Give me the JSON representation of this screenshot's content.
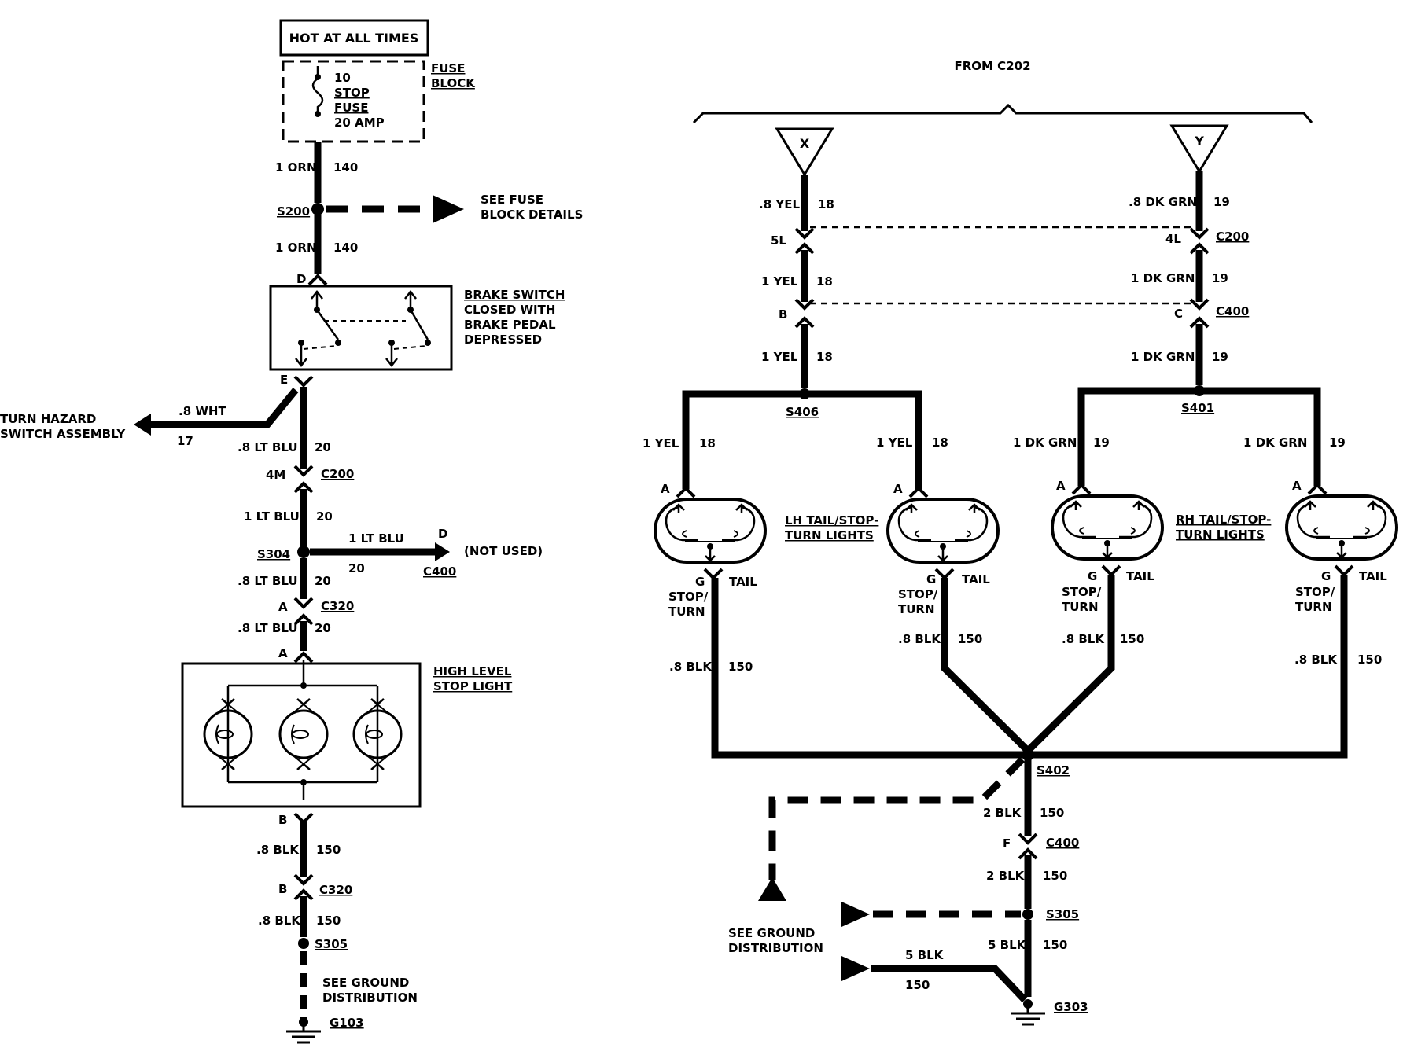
{
  "left": {
    "hot_label": "HOT AT ALL TIMES",
    "fuse_block_1": "FUSE",
    "fuse_block_2": "BLOCK",
    "fuse_1": "10",
    "fuse_2": "STOP",
    "fuse_3": "FUSE",
    "fuse_4": "20 AMP",
    "w1_gauge": "1 ORN",
    "w1_circuit": "140",
    "s200": "S200",
    "see_fuse_1": "SEE FUSE",
    "see_fuse_2": "BLOCK DETAILS",
    "w2_gauge": "1 ORN",
    "w2_circuit": "140",
    "pin_d": "D",
    "brake_1": "BRAKE SWITCH",
    "brake_2": "CLOSED WITH",
    "brake_3": "BRAKE PEDAL",
    "brake_4": "DEPRESSED",
    "pin_e": "E",
    "turn_1": "TURN HAZARD",
    "turn_2": "SWITCH ASSEMBLY",
    "wht_gauge": ".8 WHT",
    "wht_circuit": "17",
    "w3_gauge": ".8 LT BLU",
    "w3_circuit": "20",
    "pin_4m": "4M",
    "c200": "C200",
    "w4_gauge": "1 LT BLU",
    "w4_circuit": "20",
    "s304": "S304",
    "branch_gauge": "1 LT BLU",
    "branch_circuit": "20",
    "branch_pin": "D",
    "not_used": "(NOT USED)",
    "c400": "C400",
    "w5_gauge": ".8 LT BLU",
    "w5_circuit": "20",
    "pin_a1": "A",
    "c320a": "C320",
    "w6_gauge": ".8 LT BLU",
    "w6_circuit": "20",
    "pin_a2": "A",
    "high_1": "HIGH LEVEL",
    "high_2": "STOP LIGHT",
    "pin_b1": "B",
    "w7_gauge": ".8 BLK",
    "w7_circuit": "150",
    "pin_b2": "B",
    "c320b": "C320",
    "w8_gauge": ".8 BLK",
    "w8_circuit": "150",
    "s305": "S305",
    "ground_1": "SEE GROUND",
    "ground_2": "DISTRIBUTION",
    "g103": "G103"
  },
  "right": {
    "from": "FROM C202",
    "x": "X",
    "y": "Y",
    "lx1_gauge": ".8 YEL",
    "lx1_circuit": "18",
    "pin_5l": "5L",
    "lx2_gauge": "1 YEL",
    "lx2_circuit": "18",
    "pin_b": "B",
    "lx3_gauge": "1 YEL",
    "lx3_circuit": "18",
    "s406": "S406",
    "ry1_gauge": ".8 DK GRN",
    "ry1_circuit": "19",
    "pin_4l": "4L",
    "c200": "C200",
    "ry2_gauge": "1 DK GRN",
    "ry2_circuit": "19",
    "pin_c": "C",
    "c400": "C400",
    "ry3_gauge": "1 DK GRN",
    "ry3_circuit": "19",
    "s401": "S401",
    "b1_gauge": "1 YEL",
    "b1_circuit": "18",
    "b2_gauge": "1 YEL",
    "b2_circuit": "18",
    "b3_gauge": "1 DK GRN",
    "b3_circuit": "19",
    "b4_gauge": "1 DK GRN",
    "b4_circuit": "19",
    "pin_a": "A",
    "pin_g": "G",
    "lh_1": "LH TAIL/STOP-",
    "lh_2": "TURN LIGHTS",
    "rh_1": "RH TAIL/STOP-",
    "rh_2": "TURN LIGHTS",
    "stop": "STOP/",
    "turn": "TURN",
    "tail": "TAIL",
    "g1_gauge": ".8 BLK",
    "g1_circuit": "150",
    "g2_gauge": ".8 BLK",
    "g2_circuit": "150",
    "g3_gauge": ".8 BLK",
    "g3_circuit": "150",
    "g4_gauge": ".8 BLK",
    "g4_circuit": "150",
    "s402": "S402",
    "d1_gauge": "2 BLK",
    "d1_circuit": "150",
    "pin_f": "F",
    "c400b": "C400",
    "d2_gauge": "2 BLK",
    "d2_circuit": "150",
    "s305": "S305",
    "d3_gauge": "5 BLK",
    "d3_circuit": "150",
    "side_gauge": "5 BLK",
    "side_circuit": "150",
    "ground_1": "SEE GROUND",
    "ground_2": "DISTRIBUTION",
    "g303": "G303"
  }
}
